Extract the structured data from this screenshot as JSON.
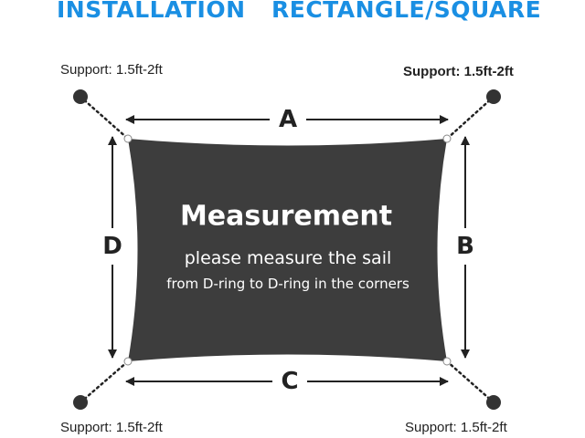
{
  "header": {
    "left": "INSTALLATION",
    "right": "RECTANGLE/SQUARE"
  },
  "supports": {
    "top_left": "Support: 1.5ft-2ft",
    "top_right": "Support: 1.5ft-2ft",
    "bottom_left": "Support: 1.5ft-2ft",
    "bottom_right": "Support: 1.5ft-2ft"
  },
  "dimensions": {
    "a": "A",
    "b": "B",
    "c": "C",
    "d": "D"
  },
  "sail": {
    "title": "Measurement",
    "line1": "please measure the sail",
    "line2": "from D-ring to D-ring in the corners"
  },
  "colors": {
    "accent": "#1a8fe3",
    "sail": "#3d3d3d",
    "ink": "#222222"
  }
}
